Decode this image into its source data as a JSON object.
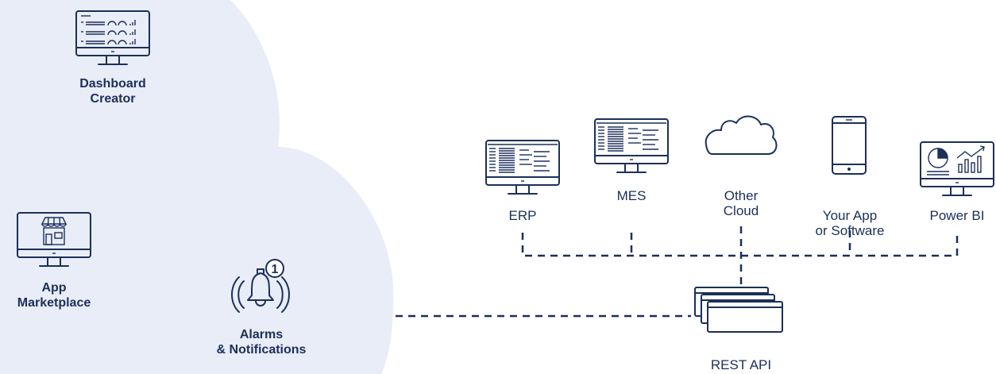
{
  "colors": {
    "primary": "#1c2f5a",
    "cloud": "#e9edf7",
    "background": "#ffffff"
  },
  "platform": {
    "dashboard_creator": {
      "line1": "Dashboard",
      "line2": "Creator",
      "icon": "dashboard-monitor-icon"
    },
    "app_marketplace": {
      "line1": "App",
      "line2": "Marketplace",
      "icon": "storefront-monitor-icon"
    },
    "alarms": {
      "line1": "Alarms",
      "line2": "& Notifications",
      "icon": "bell-icon",
      "badge": "1"
    }
  },
  "integrations": {
    "erp": {
      "label": "ERP",
      "icon": "erp-monitor-icon"
    },
    "mes": {
      "label": "MES",
      "icon": "mes-monitor-icon"
    },
    "other_cloud": {
      "line1": "Other",
      "line2": "Cloud",
      "icon": "cloud-icon"
    },
    "your_app": {
      "line1": "Your App",
      "line2": "or Software",
      "icon": "smartphone-icon"
    },
    "power_bi": {
      "label": "Power BI",
      "icon": "analytics-monitor-icon"
    }
  },
  "hub": {
    "label": "REST API",
    "icon": "stacked-windows-icon"
  }
}
